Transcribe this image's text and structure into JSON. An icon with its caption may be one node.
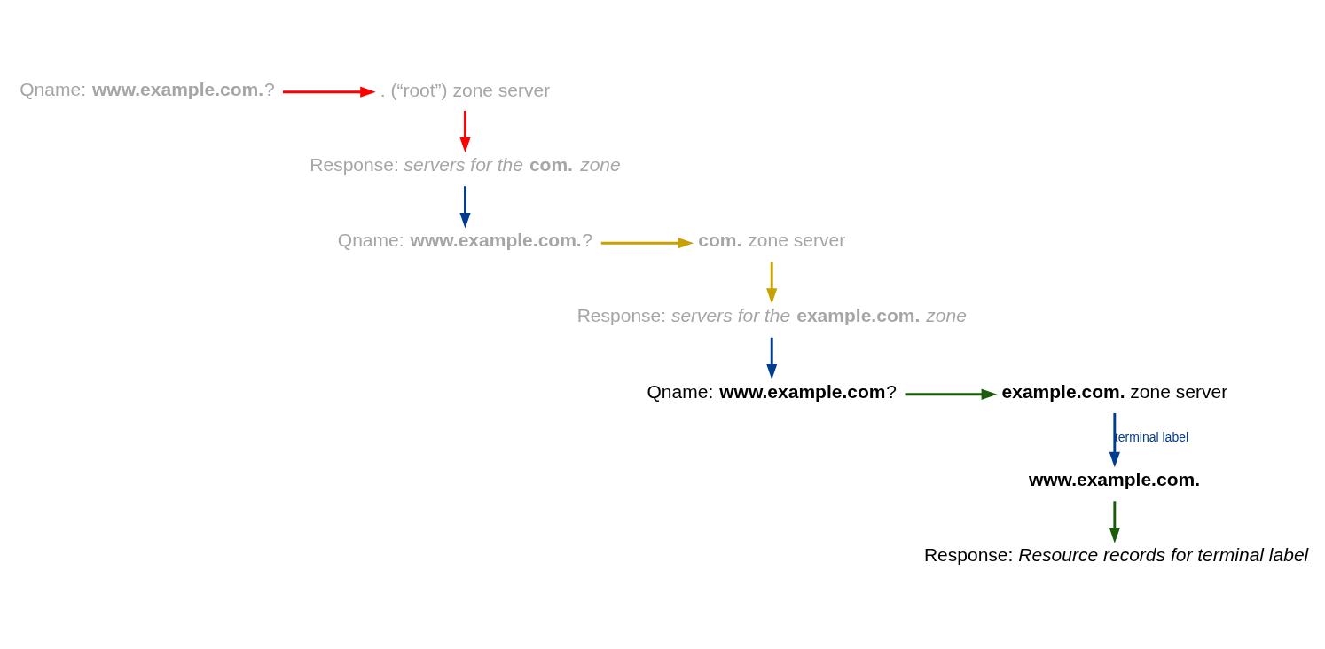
{
  "diagram": {
    "nodes": [
      {
        "text": [
          "Qname: **www.example.com.**?"
        ]
      },
      {
        "text": [
          ". (“root”) zone server"
        ]
      },
      {
        "text": [
          "Response: *servers for the* **com.** *zone*"
        ]
      },
      {
        "text": [
          "Qname: **www.example.com.**?"
        ]
      },
      {
        "text": [
          "**com.** zone server"
        ]
      },
      {
        "text": [
          "Response: *servers for the* **example.com.** *zone*"
        ]
      },
      {
        "text": [
          "Qname: **www.example.com**?"
        ]
      },
      {
        "text": [
          "**example.com.** zone server"
        ]
      },
      {
        "text": [
          "**www.example.com.**"
        ]
      },
      {
        "text": [
          "Response: *Resource records for terminal label*"
        ]
      }
    ],
    "edges": [
      {
        "from": 0,
        "to": 1,
        "arrow": "to",
        "color": "#ff0000"
      },
      {
        "from": 1,
        "to": 2,
        "arrow": "to",
        "color": "#ff0000"
      },
      {
        "from": 2,
        "to": 3,
        "arrow": "to",
        "color": "#003d8f"
      },
      {
        "from": 3,
        "to": 4,
        "arrow": "to",
        "color": "#c9a100"
      },
      {
        "from": 4,
        "to": 5,
        "arrow": "to",
        "color": "#c9a100"
      },
      {
        "from": 5,
        "to": 6,
        "arrow": "to",
        "color": "#003d8f"
      },
      {
        "from": 6,
        "to": 7,
        "arrow": "to",
        "color": "#1a5c0a"
      },
      {
        "from": 7,
        "to": 8,
        "arrow": "to",
        "color": "#003d8f",
        "label": "terminal label"
      },
      {
        "from": 8,
        "to": 9,
        "arrow": "to",
        "color": "#1a5c0a"
      }
    ]
  }
}
